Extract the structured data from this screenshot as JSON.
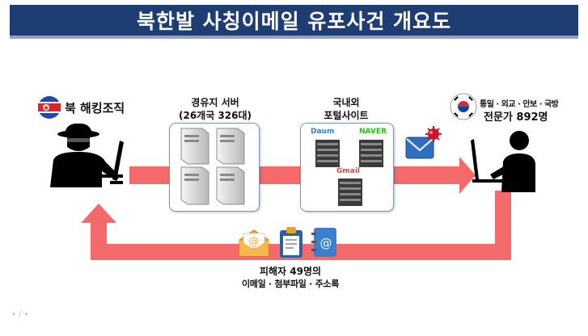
{
  "title": "북한발 사칭이메일 유포사건 개요도",
  "attacker": {
    "label": "북 해킹조직"
  },
  "servers": {
    "title": "경유지 서버",
    "subtitle": "(26개국 326대)"
  },
  "portals": {
    "title": "국내외",
    "subtitle": "포털사이트",
    "brands": [
      "Daum",
      "NAVER",
      "Gmail"
    ]
  },
  "targets": {
    "line1": "통일 · 외교 · 안보 · 국방",
    "line2": "전문가 892명"
  },
  "victims": {
    "line1": "피해자 49명의",
    "line2": "이메일 · 첨부파일 · 주소록"
  },
  "colors": {
    "title_bg": "#1e3d72",
    "arrow": "#f46a6a",
    "panel_border": "#7f93b5"
  }
}
